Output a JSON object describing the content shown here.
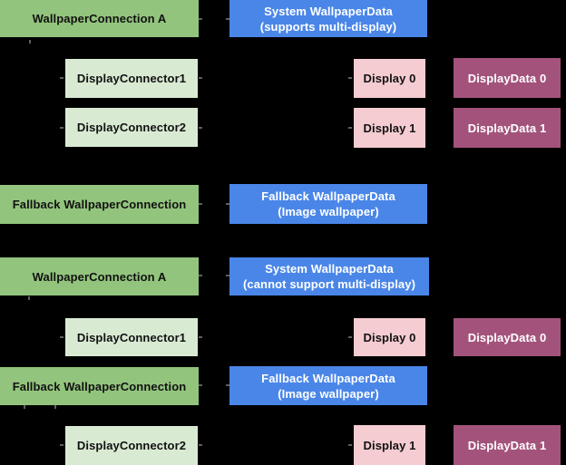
{
  "diagram": {
    "background_color": "#000000",
    "colors": {
      "connection_green": "#93c47d",
      "connector_light_green": "#d9ead3",
      "wallpaper_data_blue": "#4a86e8",
      "display_pink": "#f4ccd1",
      "display_data_magenta": "#a3537b"
    },
    "scenario_multi_display": {
      "wallpaper_connection": "WallpaperConnection A",
      "system_wallpaper_data_line1": "System WallpaperData",
      "system_wallpaper_data_line2": "(supports multi-display)",
      "display_connector_1": "DisplayConnector1",
      "display_connector_2": "DisplayConnector2",
      "display_0": "Display 0",
      "display_1": "Display 1",
      "display_data_0": "DisplayData 0",
      "display_data_1": "DisplayData 1",
      "fallback_connection": "Fallback WallpaperConnection",
      "fallback_data_line1": "Fallback WallpaperData",
      "fallback_data_line2": "(Image wallpaper)"
    },
    "scenario_single_display": {
      "wallpaper_connection": "WallpaperConnection A",
      "system_wallpaper_data_line1": "System WallpaperData",
      "system_wallpaper_data_line2": "(cannot support multi-display)",
      "display_connector_1": "DisplayConnector1",
      "display_connector_2": "DisplayConnector2",
      "display_0": "Display 0",
      "display_1": "Display 1",
      "display_data_0": "DisplayData 0",
      "display_data_1": "DisplayData 1",
      "fallback_connection": "Fallback WallpaperConnection",
      "fallback_data_line1": "Fallback WallpaperData",
      "fallback_data_line2": "(Image wallpaper)"
    }
  }
}
